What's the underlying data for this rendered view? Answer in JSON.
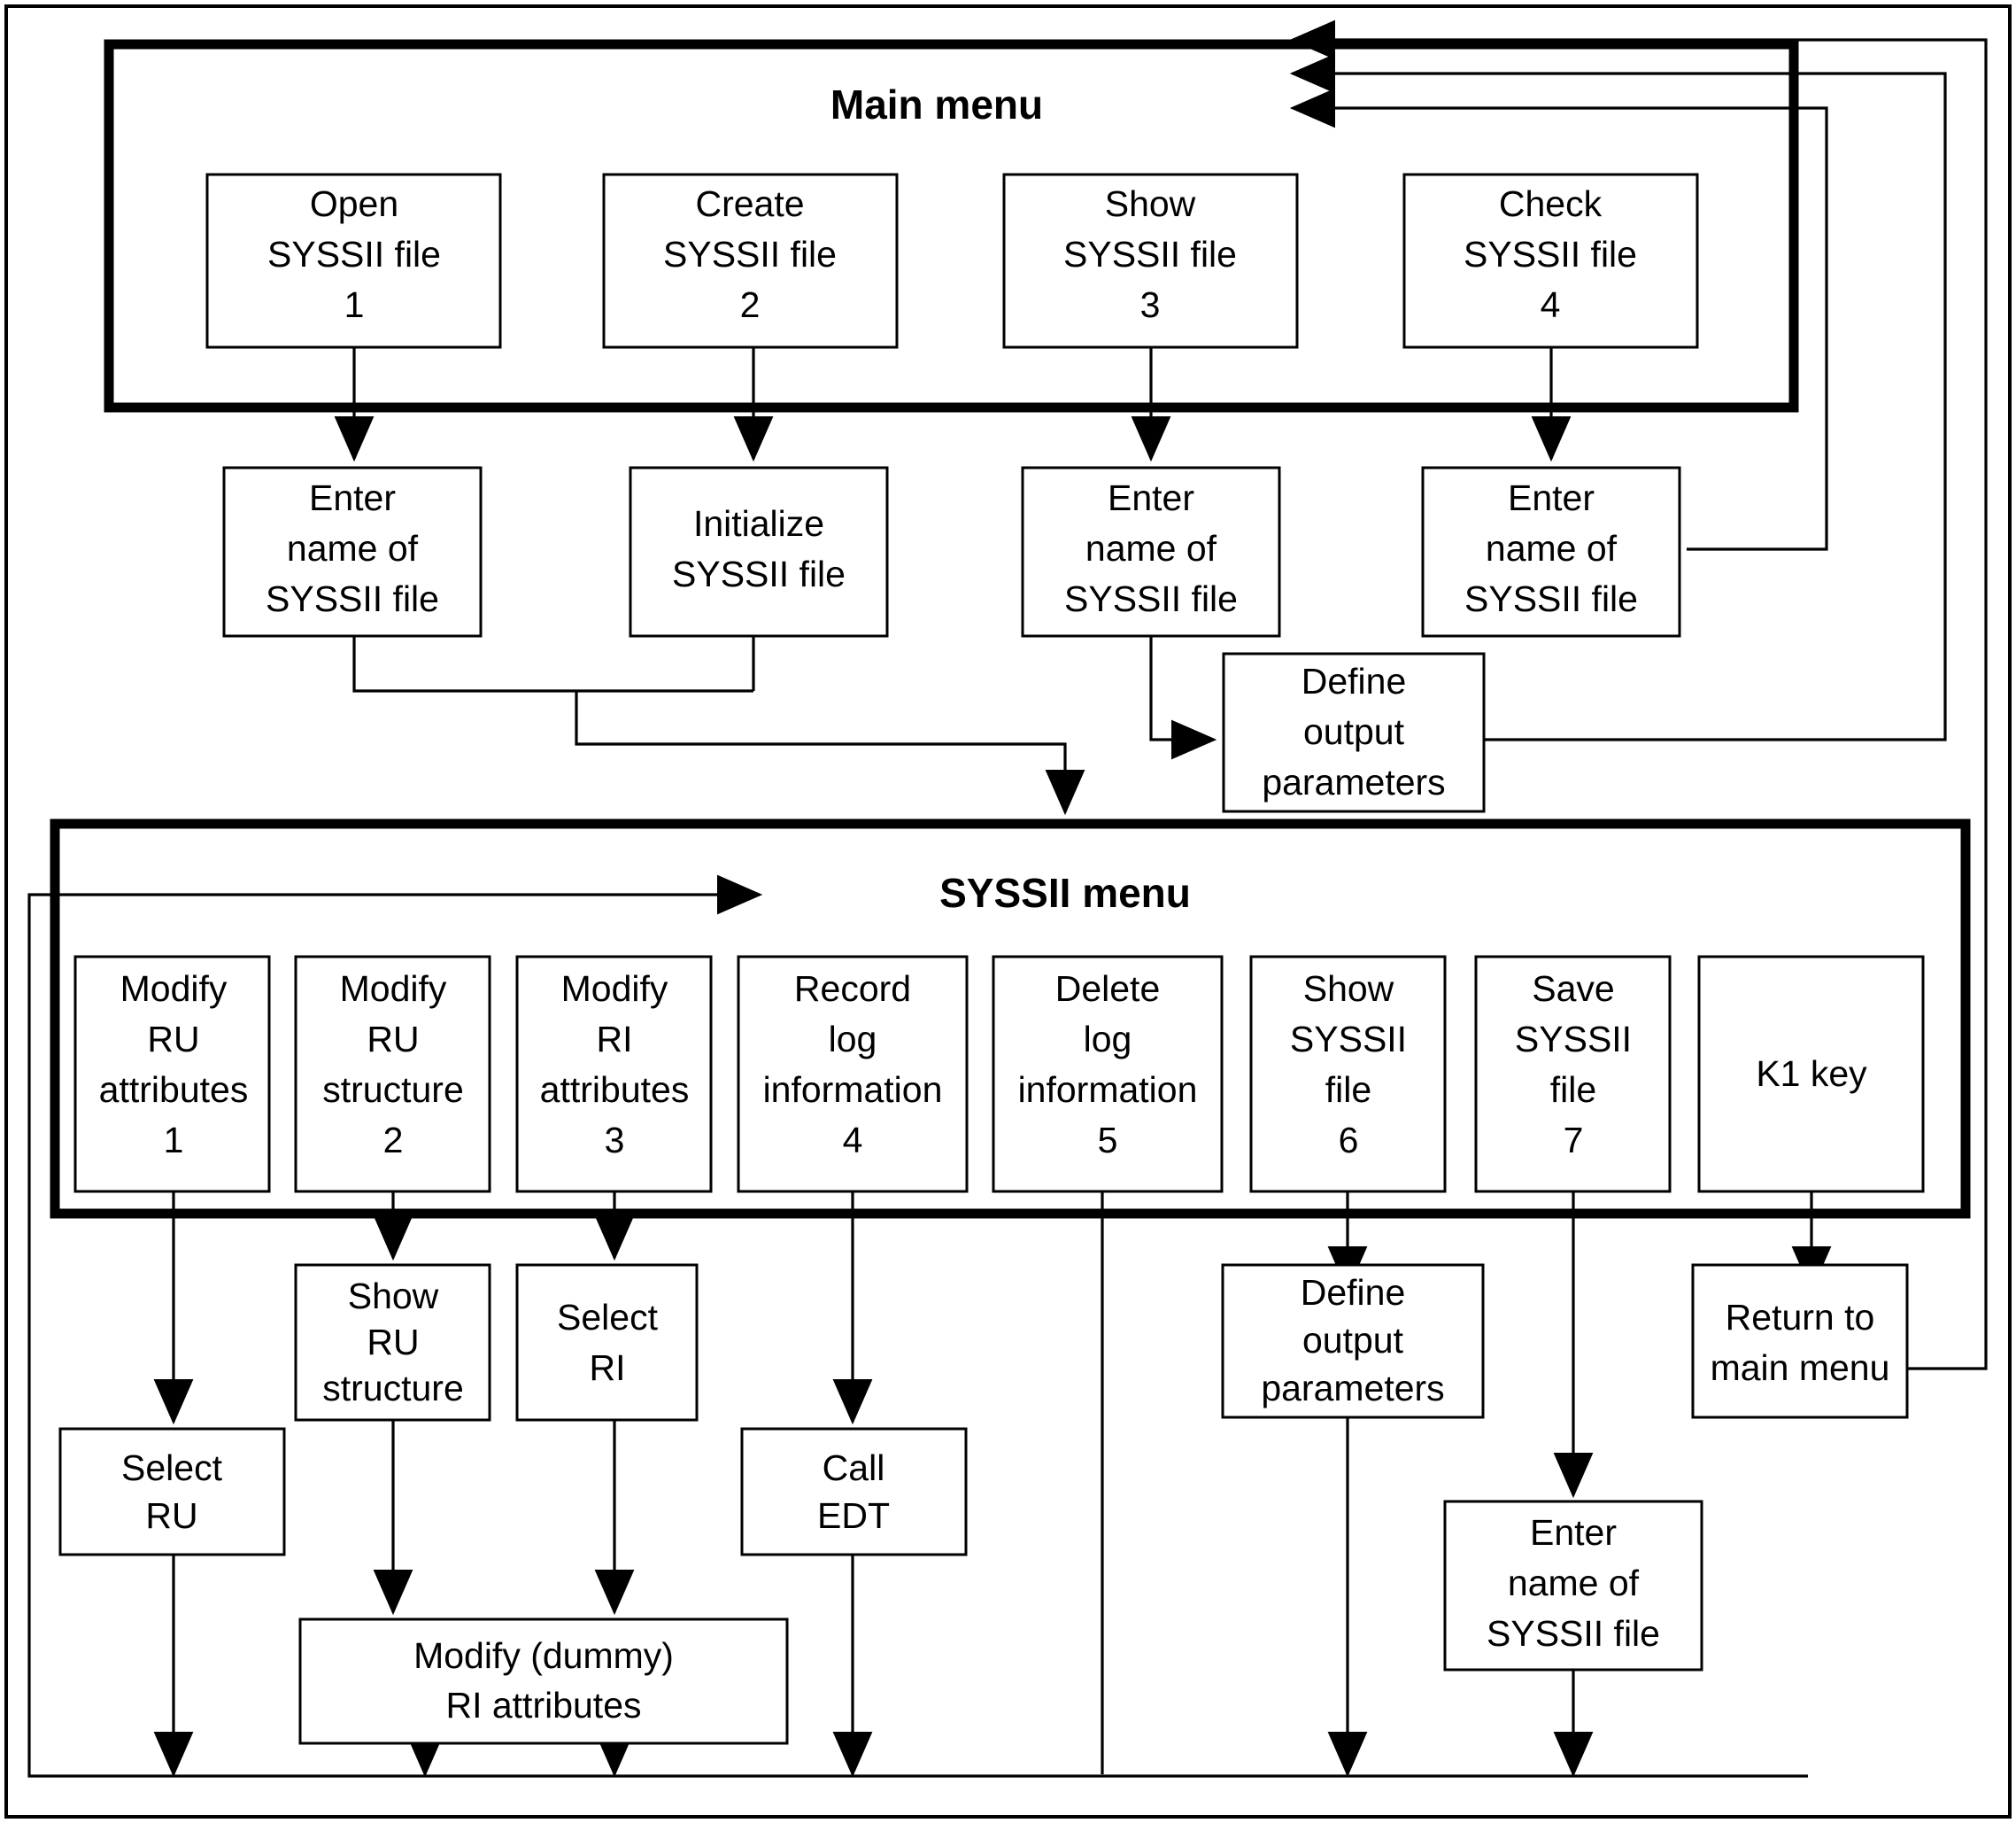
{
  "diagram": {
    "title_main_menu": "Main menu",
    "title_syssii_menu": "SYSSII menu",
    "panels": [
      {
        "id": "main-menu-panel",
        "label": "Main menu"
      },
      {
        "id": "syssii-menu-panel",
        "label": "SYSSII menu"
      }
    ],
    "main_menu_items": [
      {
        "id": "open-syssii-file",
        "lines": [
          "Open",
          "SYSSII file",
          "1"
        ]
      },
      {
        "id": "create-syssii-file",
        "lines": [
          "Create",
          "SYSSII file",
          "2"
        ]
      },
      {
        "id": "show-syssii-file",
        "lines": [
          "Show",
          "SYSSII file",
          "3"
        ]
      },
      {
        "id": "check-syssii-file",
        "lines": [
          "Check",
          "SYSSII file",
          "4"
        ]
      }
    ],
    "main_menu_subprocesses": [
      {
        "id": "enter-name-open",
        "lines": [
          "Enter",
          "name of",
          "SYSSII file"
        ]
      },
      {
        "id": "initialize-syssii-file",
        "lines": [
          "Initialize",
          "SYSSII file"
        ]
      },
      {
        "id": "enter-name-show",
        "lines": [
          "Enter",
          "name of",
          "SYSSII file"
        ]
      },
      {
        "id": "enter-name-check",
        "lines": [
          "Enter",
          "name of",
          "SYSSII file"
        ]
      },
      {
        "id": "define-output-parameters-top",
        "lines": [
          "Define",
          "output",
          "parameters"
        ]
      }
    ],
    "syssii_menu_items": [
      {
        "id": "modify-ru-attributes",
        "lines": [
          "Modify",
          "RU",
          "attributes",
          "1"
        ]
      },
      {
        "id": "modify-ru-structure",
        "lines": [
          "Modify",
          "RU",
          "structure",
          "2"
        ]
      },
      {
        "id": "modify-ri-attributes",
        "lines": [
          "Modify",
          "RI",
          "attributes",
          "3"
        ]
      },
      {
        "id": "record-log-information",
        "lines": [
          "Record",
          "log",
          "information",
          "4"
        ]
      },
      {
        "id": "delete-log-information",
        "lines": [
          "Delete",
          "log",
          "information",
          "5"
        ]
      },
      {
        "id": "show-syssii-file-6",
        "lines": [
          "Show",
          "SYSSII",
          "file",
          "6"
        ]
      },
      {
        "id": "save-syssii-file-7",
        "lines": [
          "Save",
          "SYSSII",
          "file",
          "7"
        ]
      },
      {
        "id": "k1-key",
        "lines": [
          "K1 key"
        ]
      }
    ],
    "syssii_menu_subprocesses": [
      {
        "id": "show-ru-structure",
        "lines": [
          "Show",
          "RU",
          "structure"
        ]
      },
      {
        "id": "select-ri",
        "lines": [
          "Select",
          "RI"
        ]
      },
      {
        "id": "define-output-parameters-bottom",
        "lines": [
          "Define",
          "output",
          "parameters"
        ]
      },
      {
        "id": "return-to-main-menu",
        "lines": [
          "Return to",
          "main menu"
        ]
      },
      {
        "id": "select-ru",
        "lines": [
          "Select",
          "RU"
        ]
      },
      {
        "id": "call-edt",
        "lines": [
          "Call",
          "EDT"
        ]
      },
      {
        "id": "enter-name-save",
        "lines": [
          "Enter",
          "name of",
          "SYSSII file"
        ]
      },
      {
        "id": "modify-dummy-ri-attributes",
        "lines": [
          "Modify (dummy)",
          "RI attributes"
        ]
      }
    ],
    "colors": {
      "stroke": "#000000",
      "fill": "#ffffff",
      "background": "#ffffff"
    }
  }
}
